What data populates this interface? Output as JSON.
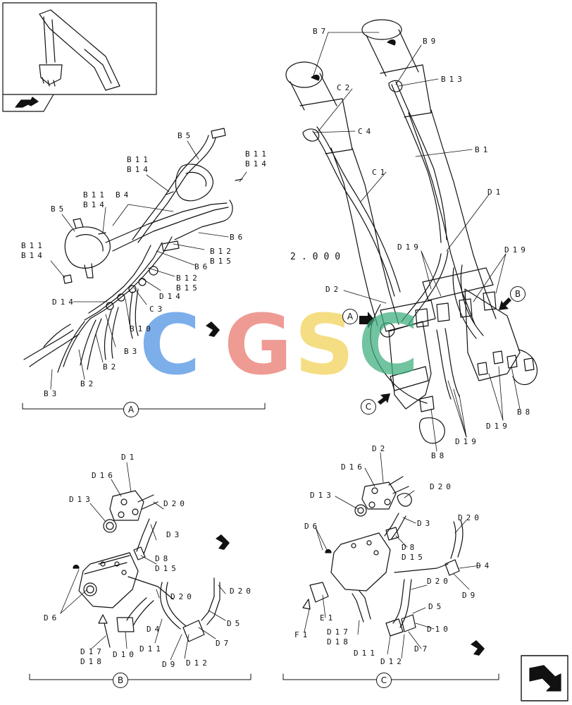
{
  "watermark": {
    "letters": [
      "C",
      "G",
      "S",
      "C"
    ],
    "colors": [
      "#4A90E2",
      "#E8756C",
      "#F2D154",
      "#3DAE7C"
    ]
  },
  "sections": {
    "a": "A",
    "b": "B",
    "c": "C"
  },
  "labels": {
    "dim_2000": "2.000",
    "B1": "B1",
    "B2": "B2",
    "B3": "B3",
    "B4": "B4",
    "B5": "B5",
    "B6": "B6",
    "B7": "B7",
    "B8": "B8",
    "B9": "B9",
    "B10": "B10",
    "B11": "B11",
    "B12": "B12",
    "B13": "B13",
    "B14": "B14",
    "B15": "B15",
    "C1": "C1",
    "C2": "C2",
    "C3": "C3",
    "C4": "C4",
    "D1": "D1",
    "D2": "D2",
    "D3": "D3",
    "D4": "D4",
    "D5": "D5",
    "D6": "D6",
    "D7": "D7",
    "D8": "D8",
    "D9": "D9",
    "D10": "D10",
    "D11": "D11",
    "D12": "D12",
    "D13": "D13",
    "D14": "D14",
    "D15": "D15",
    "D16": "D16",
    "D17": "D17",
    "D18": "D18",
    "D19": "D19",
    "D20": "D20",
    "E1": "E1",
    "F1": "F1"
  },
  "colors": {
    "line": "#111111",
    "background": "#ffffff"
  }
}
